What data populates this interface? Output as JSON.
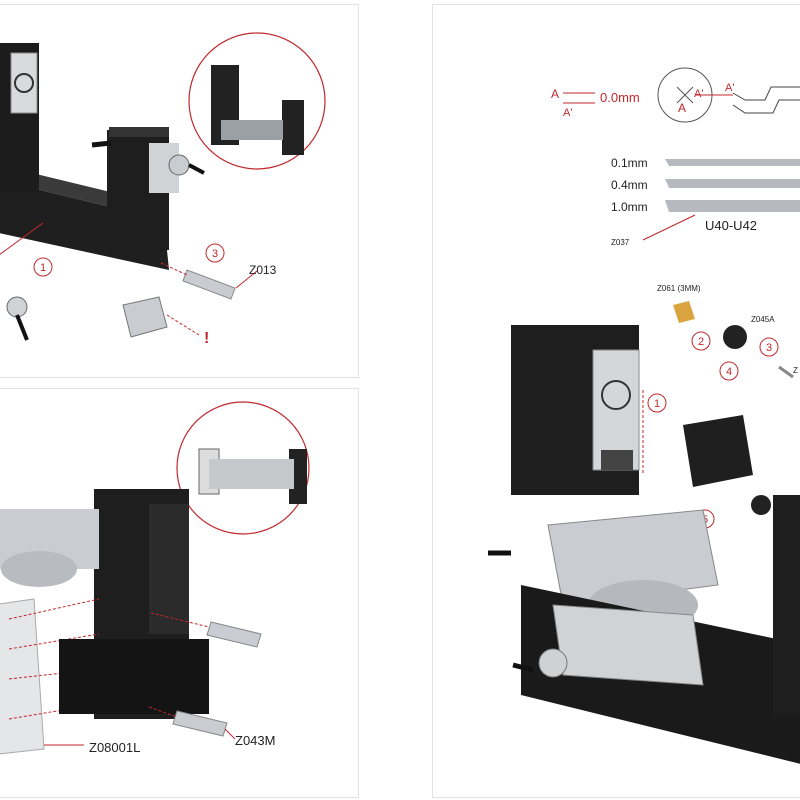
{
  "colors": {
    "accent_red": "#c0282d",
    "machine_black": "#1f1f1f",
    "machine_gray": "#3a3a3a",
    "aluminum": "#c9cdd1",
    "label": "#222222"
  },
  "top_left": {
    "callout_1": "1",
    "callout_3": "3",
    "part_label": "Z013",
    "warning_mark": "!"
  },
  "bottom_left": {
    "part_label_1": "Z08001L",
    "part_label_2": "Z043M"
  },
  "right": {
    "a_label": "A",
    "a_prime_label": "A'",
    "offset_value": "0.0mm",
    "circle_a": "A",
    "circle_a_prime": "A'",
    "profile_a_prime": "A'",
    "shims": [
      "0.1mm",
      "0.4mm",
      "1.0mm"
    ],
    "shim_part": "U40-U42",
    "z037": "Z037",
    "collet_label": "Z061 (3MM)",
    "nut_label": "Z045A",
    "callout_1": "1",
    "callout_2": "2",
    "callout_3": "3",
    "callout_4": "4",
    "callout_5": "5",
    "cut_label": "Z"
  }
}
